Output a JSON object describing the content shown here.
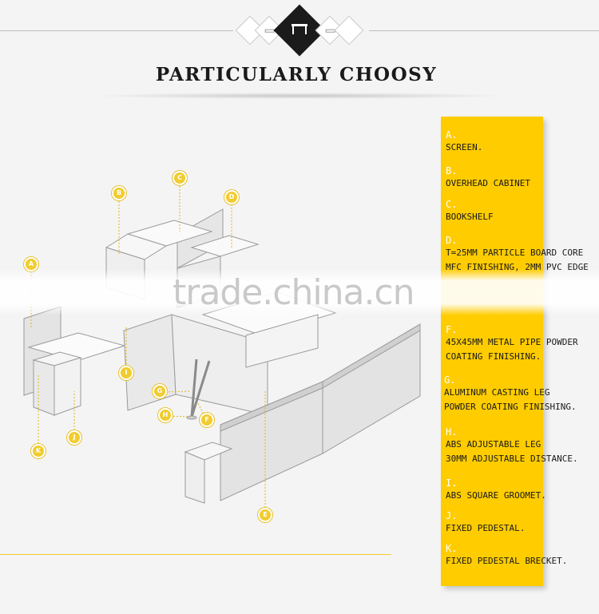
{
  "title": "PARTICULARLY CHOOSY",
  "watermark": "trade.china.cn",
  "icons": [
    "screen-icon",
    "desk-icon"
  ],
  "colors": {
    "accent": "#ffcc00",
    "marker": "#f1cc30",
    "title": "#1a1a1a"
  },
  "markers": [
    "A",
    "B",
    "C",
    "D",
    "E",
    "F",
    "G",
    "H",
    "I",
    "J",
    "K"
  ],
  "specs": [
    {
      "letter": "A.",
      "lines": [
        "SCREEN."
      ]
    },
    {
      "letter": "B.",
      "lines": [
        "OVERHEAD CABINET"
      ]
    },
    {
      "letter": "C.",
      "lines": [
        "BOOKSHELF"
      ]
    },
    {
      "letter": "D.",
      "lines": [
        "T=25MM PARTICLE BOARD CORE",
        "MFC FINISHING, 2MM PVC EDGE"
      ]
    },
    {
      "letter": "F.",
      "lines": [
        "45X45MM METAL PIPE POWDER",
        "COATING FINISHING."
      ]
    },
    {
      "letter": "G.",
      "lines": [
        "ALUMINUM CASTING LEG",
        "POWDER COATING FINISHING."
      ]
    },
    {
      "letter": "H.",
      "lines": [
        "ABS ADJUSTABLE LEG",
        "30MM ADJUSTABLE DISTANCE."
      ]
    },
    {
      "letter": "I.",
      "lines": [
        "ABS SQUARE GROOMET."
      ]
    },
    {
      "letter": "J.",
      "lines": [
        "FIXED PEDESTAL."
      ]
    },
    {
      "letter": "K.",
      "lines": [
        "FIXED PEDESTAL BRECKET."
      ]
    }
  ]
}
